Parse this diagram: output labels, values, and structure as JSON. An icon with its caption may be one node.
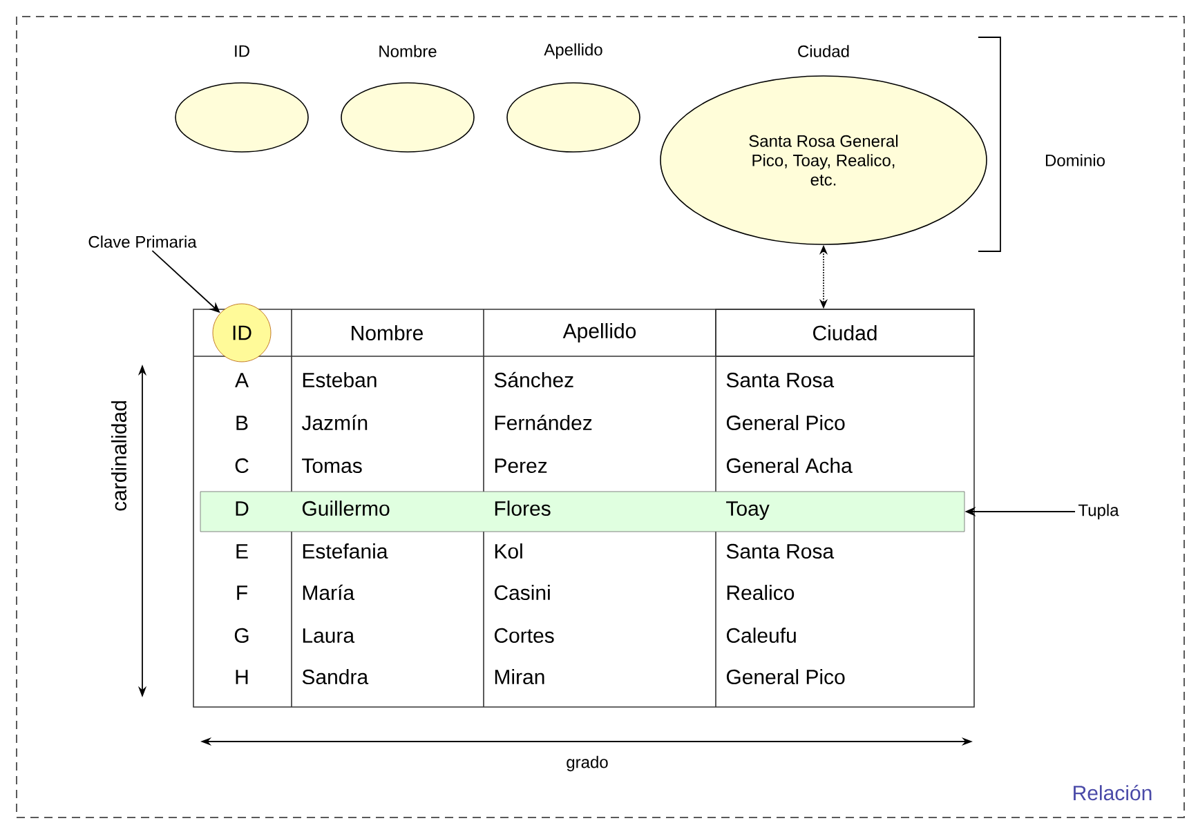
{
  "diagram": {
    "nodes": [
      {
        "text": [
          "ID"
        ]
      },
      {
        "text": [
          "Nombre"
        ]
      },
      {
        "text": [
          "Apellido"
        ]
      },
      {
        "text": [
          "Ciudad",
          "Santa Rosa General Pico, Toay, Realico, etc."
        ]
      },
      {
        "text": [
          "Clave Primaria"
        ]
      },
      {
        "text": [
          "ID"
        ]
      },
      {
        "text": [
          "Ciudad"
        ]
      },
      {
        "text": [
          "Tupla"
        ]
      },
      {
        "text": [
          "D",
          "Guillermo",
          "Flores",
          "Toay"
        ]
      }
    ],
    "edges": [
      {
        "from": 4,
        "to": 5,
        "arrow": "to"
      },
      {
        "from": 3,
        "to": 6,
        "arrow": "both",
        "style": "dashed"
      },
      {
        "from": 7,
        "to": 8,
        "arrow": "to"
      }
    ],
    "labels": [
      "Dominio",
      "Nombre",
      "Apellido",
      "A",
      "Esteban",
      "Sánchez",
      "Santa Rosa",
      "B",
      "Jazmín",
      "Fernández",
      "General Pico",
      "C",
      "Tomas",
      "Perez",
      "General Acha",
      "E",
      "Estefania",
      "Kol",
      "Santa Rosa",
      "F",
      "María",
      "Casini",
      "Realico",
      "G",
      "Laura",
      "Cortes",
      "Caleufu",
      "H",
      "Sandra",
      "Miran",
      "General Pico",
      "cardinalidad",
      "grado",
      "Relación"
    ]
  }
}
